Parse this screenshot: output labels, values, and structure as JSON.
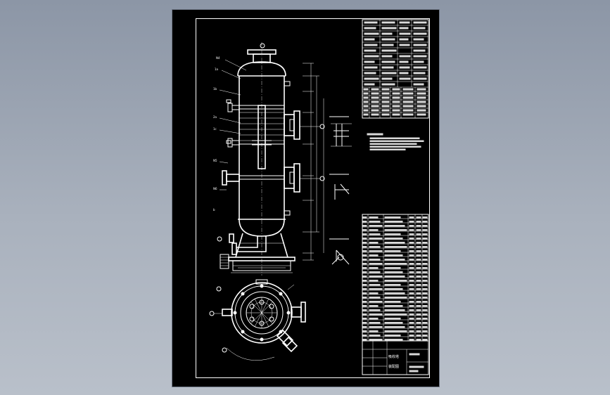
{
  "drawing": {
    "title_block": {
      "drawing_name": "吸收塔装配图",
      "name_parts": [
        "吸收塔",
        "装配图"
      ]
    }
  },
  "colors": {
    "background": "#9aa3b0",
    "sheet": "#000000",
    "lines": "#ffffff"
  }
}
